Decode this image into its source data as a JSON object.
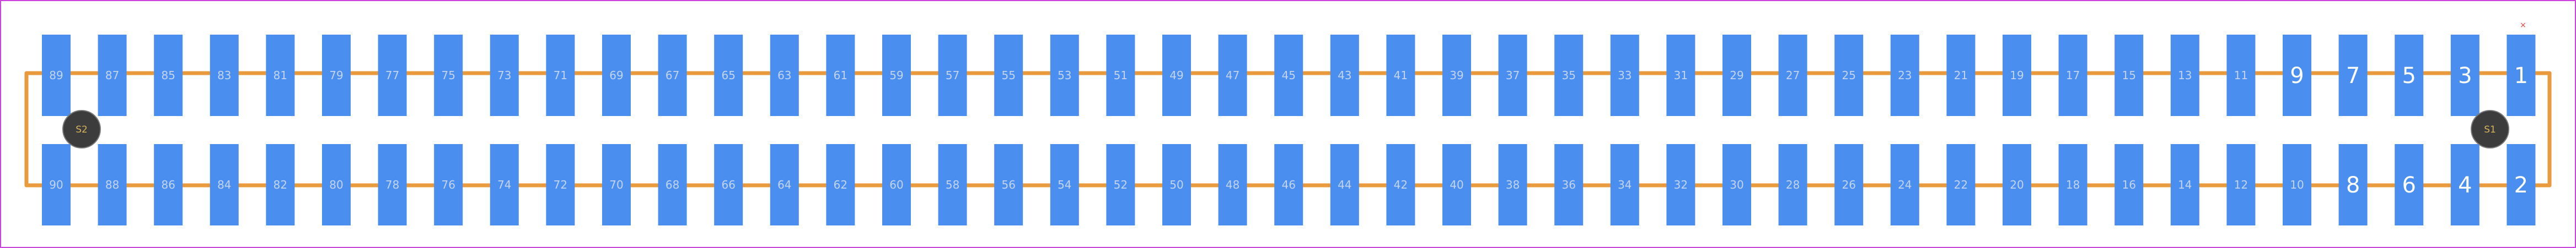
{
  "colors": {
    "background": "#ffffff",
    "border": "#cc44dd",
    "outline": "#e89a3c",
    "pad": "#4a8ef0",
    "pad_label": "#c4d4ee",
    "pad_label_large": "#ffffff",
    "fiducial": "#3c3c3c",
    "fiducial_ring": "#777777",
    "fiducial_label": "#d8b45a",
    "pin1_marker": "#e04040"
  },
  "pins": {
    "top_row": [
      "89",
      "87",
      "85",
      "83",
      "81",
      "79",
      "77",
      "75",
      "73",
      "71",
      "69",
      "67",
      "65",
      "63",
      "61",
      "59",
      "57",
      "55",
      "53",
      "51",
      "49",
      "47",
      "45",
      "43",
      "41",
      "39",
      "37",
      "35",
      "33",
      "31",
      "29",
      "27",
      "25",
      "23",
      "21",
      "19",
      "17",
      "15",
      "13",
      "11",
      "9",
      "7",
      "5",
      "3",
      "1"
    ],
    "bottom_row": [
      "90",
      "88",
      "86",
      "84",
      "82",
      "80",
      "78",
      "76",
      "74",
      "72",
      "70",
      "68",
      "66",
      "64",
      "62",
      "60",
      "58",
      "56",
      "54",
      "52",
      "50",
      "48",
      "46",
      "44",
      "42",
      "40",
      "38",
      "36",
      "34",
      "32",
      "30",
      "28",
      "26",
      "24",
      "22",
      "20",
      "18",
      "16",
      "14",
      "12",
      "10",
      "8",
      "6",
      "4",
      "2"
    ]
  },
  "fiducials": {
    "left": "S2",
    "right": "S1"
  },
  "pin1_marker": "×"
}
